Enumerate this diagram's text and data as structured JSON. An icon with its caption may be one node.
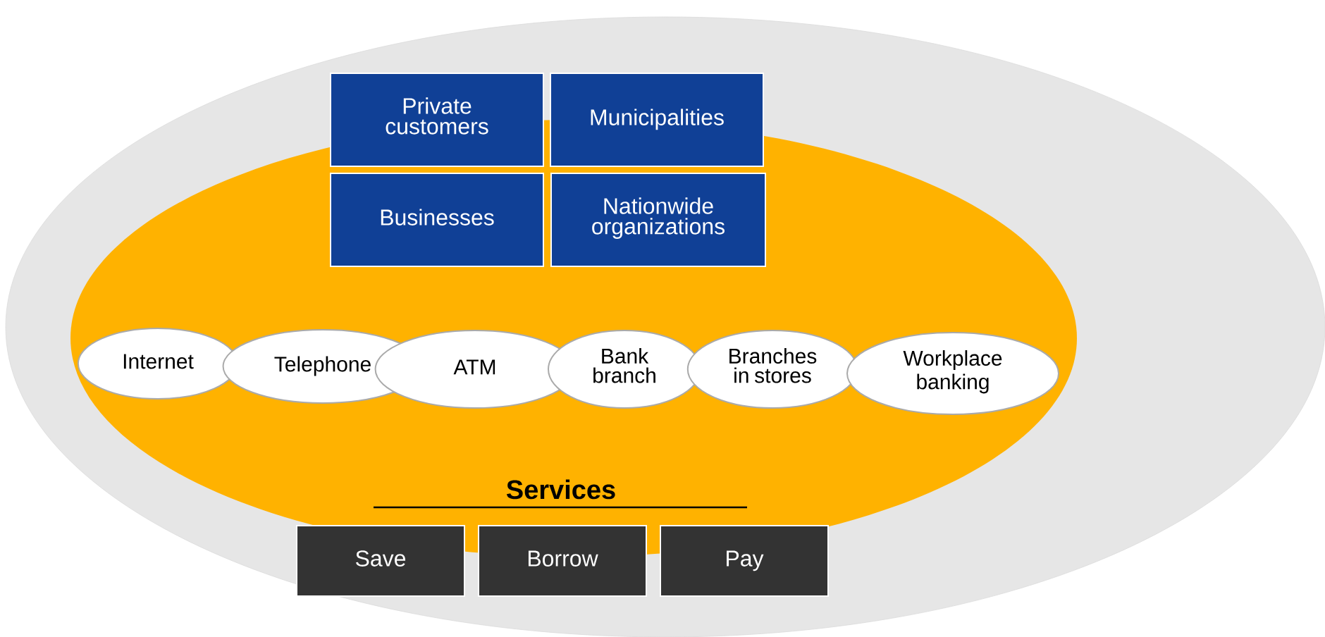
{
  "diagram": {
    "nodes": [
      {
        "text": [],
        "shape": "ellipse"
      },
      {
        "text": [],
        "shape": "ellipse",
        "in": 0
      },
      {
        "text": [
          "Private customers"
        ],
        "in": 0
      },
      {
        "text": [
          "Municipalities"
        ],
        "in": 0
      },
      {
        "text": [
          "Businesses"
        ],
        "in": 1
      },
      {
        "text": [
          "Nationwide organizations"
        ],
        "in": 1
      },
      {
        "text": [
          "Internet"
        ],
        "in": 1
      },
      {
        "text": [
          "Telephone"
        ],
        "in": 1
      },
      {
        "text": [
          "ATM"
        ],
        "in": 1
      },
      {
        "text": [
          "Bank branch"
        ],
        "in": 1
      },
      {
        "text": [
          "Branches in stores"
        ],
        "in": 1
      },
      {
        "text": [
          "Workplace banking"
        ],
        "in": 1
      },
      {
        "text": [
          "Save"
        ],
        "in": 0
      },
      {
        "text": [
          "Borrow"
        ],
        "in": 0
      },
      {
        "text": [
          "Pay"
        ],
        "in": 0
      }
    ],
    "labels": [
      "Services"
    ]
  }
}
